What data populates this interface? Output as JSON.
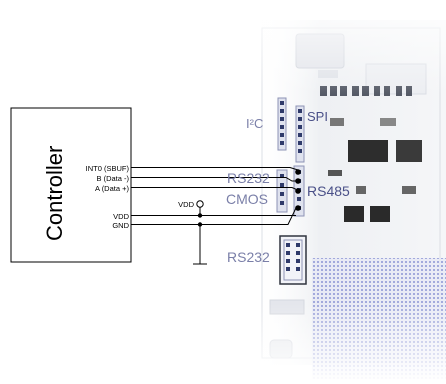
{
  "controller": {
    "title": "Controller",
    "pins": {
      "int0": "INT0 (SBUF)",
      "data_minus": "B (Data -)",
      "data_plus": "A (Data +)",
      "vdd": "VDD",
      "gnd": "GND"
    }
  },
  "supply": {
    "vdd_label": "VDD"
  },
  "board": {
    "labels": {
      "i2c": "I²C",
      "spi": "SPI",
      "rs232_top": "RS232",
      "cmos": "CMOS",
      "rs485": "RS485",
      "rs232_bottom": "RS232"
    }
  },
  "colors": {
    "line": "#000000",
    "board_label": "#7a7fa8",
    "board_label_highlight": "#4a5088",
    "pcb_fill": "#f3f4f6",
    "header_pin": "#2f3a6a",
    "chip": "#2a2a2a",
    "dot_pattern": "#6a75c9"
  }
}
